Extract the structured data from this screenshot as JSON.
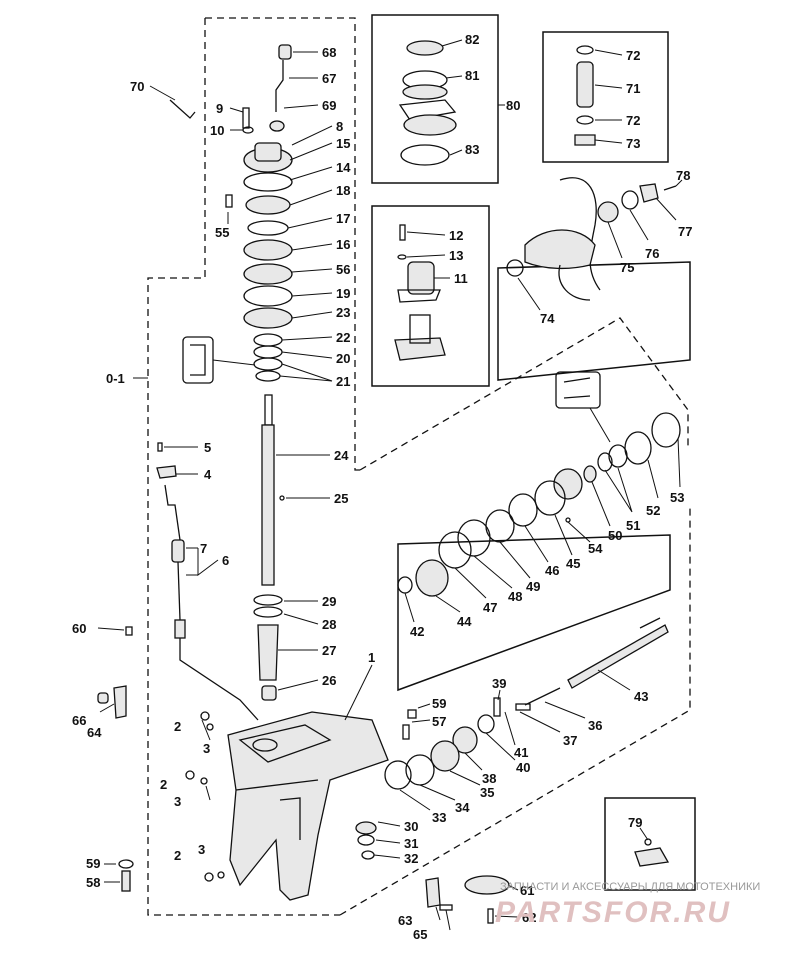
{
  "callouts": [
    {
      "id": "c68",
      "text": "68"
    },
    {
      "id": "c67",
      "text": "67"
    },
    {
      "id": "c70",
      "text": "70"
    },
    {
      "id": "c9",
      "text": "9"
    },
    {
      "id": "c69",
      "text": "69"
    },
    {
      "id": "c10",
      "text": "10"
    },
    {
      "id": "c8",
      "text": "8"
    },
    {
      "id": "c15",
      "text": "15"
    },
    {
      "id": "c14",
      "text": "14"
    },
    {
      "id": "c18",
      "text": "18"
    },
    {
      "id": "c55",
      "text": "55"
    },
    {
      "id": "c17",
      "text": "17"
    },
    {
      "id": "c16",
      "text": "16"
    },
    {
      "id": "c56",
      "text": "56"
    },
    {
      "id": "c19",
      "text": "19"
    },
    {
      "id": "c23",
      "text": "23"
    },
    {
      "id": "c22",
      "text": "22"
    },
    {
      "id": "c20",
      "text": "20"
    },
    {
      "id": "c21",
      "text": "21"
    },
    {
      "id": "c0-1",
      "text": "0-1"
    },
    {
      "id": "c5",
      "text": "5"
    },
    {
      "id": "c24",
      "text": "24"
    },
    {
      "id": "c4",
      "text": "4"
    },
    {
      "id": "c25",
      "text": "25"
    },
    {
      "id": "c7",
      "text": "7"
    },
    {
      "id": "c6",
      "text": "6"
    },
    {
      "id": "c29",
      "text": "29"
    },
    {
      "id": "c28",
      "text": "28"
    },
    {
      "id": "c60",
      "text": "60"
    },
    {
      "id": "c27",
      "text": "27"
    },
    {
      "id": "c1",
      "text": "1"
    },
    {
      "id": "c26",
      "text": "26"
    },
    {
      "id": "c66",
      "text": "66"
    },
    {
      "id": "c64",
      "text": "64"
    },
    {
      "id": "c2a",
      "text": "2"
    },
    {
      "id": "c3a",
      "text": "3"
    },
    {
      "id": "c59a",
      "text": "59"
    },
    {
      "id": "c57",
      "text": "57"
    },
    {
      "id": "c2b",
      "text": "2"
    },
    {
      "id": "c3b",
      "text": "3"
    },
    {
      "id": "c30",
      "text": "30"
    },
    {
      "id": "c31",
      "text": "31"
    },
    {
      "id": "c32",
      "text": "32"
    },
    {
      "id": "c59b",
      "text": "59"
    },
    {
      "id": "c58",
      "text": "58"
    },
    {
      "id": "c2c",
      "text": "2"
    },
    {
      "id": "c3c",
      "text": "3"
    },
    {
      "id": "c63",
      "text": "63"
    },
    {
      "id": "c65",
      "text": "65"
    },
    {
      "id": "c61",
      "text": "61"
    },
    {
      "id": "c62",
      "text": "62"
    },
    {
      "id": "c79",
      "text": "79"
    },
    {
      "id": "c82",
      "text": "82"
    },
    {
      "id": "c81",
      "text": "81"
    },
    {
      "id": "c80",
      "text": "80"
    },
    {
      "id": "c83",
      "text": "83"
    },
    {
      "id": "c72a",
      "text": "72"
    },
    {
      "id": "c71",
      "text": "71"
    },
    {
      "id": "c72b",
      "text": "72"
    },
    {
      "id": "c73",
      "text": "73"
    },
    {
      "id": "c78",
      "text": "78"
    },
    {
      "id": "c77",
      "text": "77"
    },
    {
      "id": "c76",
      "text": "76"
    },
    {
      "id": "c75",
      "text": "75"
    },
    {
      "id": "c74",
      "text": "74"
    },
    {
      "id": "c12",
      "text": "12"
    },
    {
      "id": "c13",
      "text": "13"
    },
    {
      "id": "c11",
      "text": "11"
    },
    {
      "id": "c53",
      "text": "53"
    },
    {
      "id": "c52",
      "text": "52"
    },
    {
      "id": "c51",
      "text": "51"
    },
    {
      "id": "c50",
      "text": "50"
    },
    {
      "id": "c54",
      "text": "54"
    },
    {
      "id": "c45",
      "text": "45"
    },
    {
      "id": "c46",
      "text": "46"
    },
    {
      "id": "c49",
      "text": "49"
    },
    {
      "id": "c48",
      "text": "48"
    },
    {
      "id": "c47",
      "text": "47"
    },
    {
      "id": "c44",
      "text": "44"
    },
    {
      "id": "c42",
      "text": "42"
    },
    {
      "id": "c43",
      "text": "43"
    },
    {
      "id": "c39",
      "text": "39"
    },
    {
      "id": "c36",
      "text": "36"
    },
    {
      "id": "c37",
      "text": "37"
    },
    {
      "id": "c41",
      "text": "41"
    },
    {
      "id": "c40",
      "text": "40"
    },
    {
      "id": "c38",
      "text": "38"
    },
    {
      "id": "c35",
      "text": "35"
    },
    {
      "id": "c34",
      "text": "34"
    },
    {
      "id": "c33",
      "text": "33"
    }
  ],
  "watermark": {
    "caption": "ЗАПЧАСТИ И АКСЕССУАРЫ ДЛЯ МОТОТЕХНИКИ",
    "logo": "PARTSFOR.RU"
  }
}
